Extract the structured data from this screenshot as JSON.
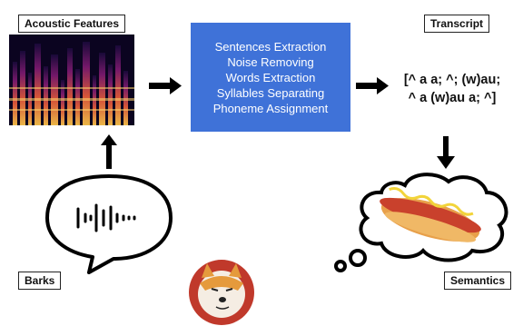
{
  "labels": {
    "acoustic": "Acoustic Features",
    "transcript": "Transcript",
    "barks": "Barks",
    "semantics": "Semantics"
  },
  "processing_steps": [
    "Sentences Extraction",
    "Noise Removing",
    "Words Extraction",
    "Syllables Separating",
    "Phoneme Assignment"
  ],
  "transcript_lines": [
    "[^ a a; ^; (w)au;",
    "^ a (w)au a; ^]"
  ],
  "colors": {
    "process_box": "#3f72d8",
    "spectrogram_bg": "#0b0420",
    "dog_badge": "#c0392b"
  }
}
